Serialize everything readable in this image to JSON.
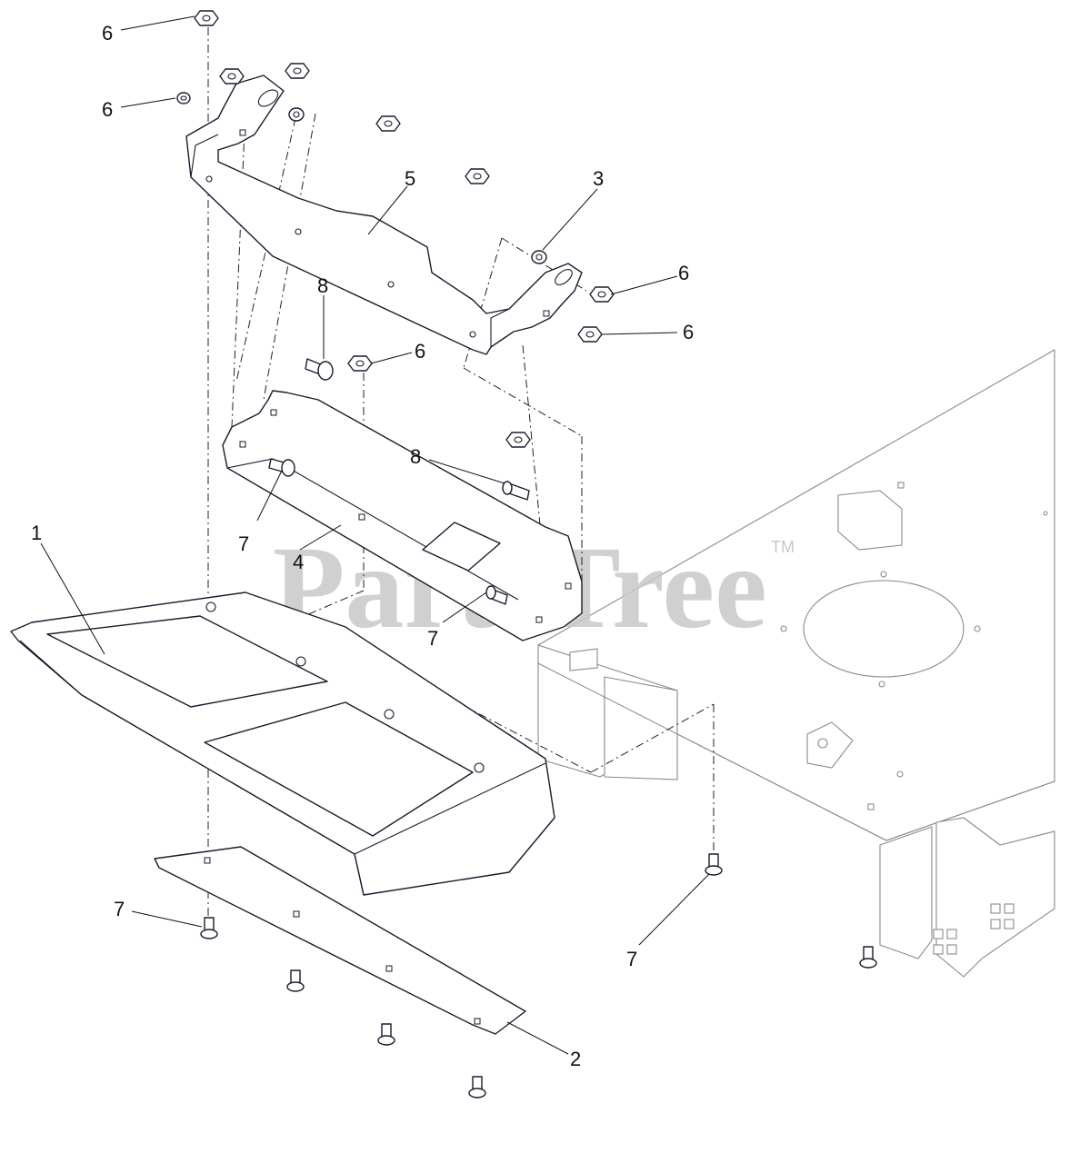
{
  "watermark": {
    "brand": "PartsTree",
    "tm": "TM"
  },
  "callouts": [
    {
      "id": "c6a",
      "label": "6"
    },
    {
      "id": "c6b",
      "label": "6"
    },
    {
      "id": "c5",
      "label": "5"
    },
    {
      "id": "c3",
      "label": "3"
    },
    {
      "id": "c6c",
      "label": "6"
    },
    {
      "id": "c6d",
      "label": "6"
    },
    {
      "id": "c8a",
      "label": "8"
    },
    {
      "id": "c6e",
      "label": "6"
    },
    {
      "id": "c8b",
      "label": "8"
    },
    {
      "id": "c1",
      "label": "1"
    },
    {
      "id": "c7a",
      "label": "7"
    },
    {
      "id": "c4",
      "label": "4"
    },
    {
      "id": "c7b",
      "label": "7"
    },
    {
      "id": "c7c",
      "label": "7"
    },
    {
      "id": "c7d",
      "label": "7"
    },
    {
      "id": "c2",
      "label": "2"
    }
  ]
}
